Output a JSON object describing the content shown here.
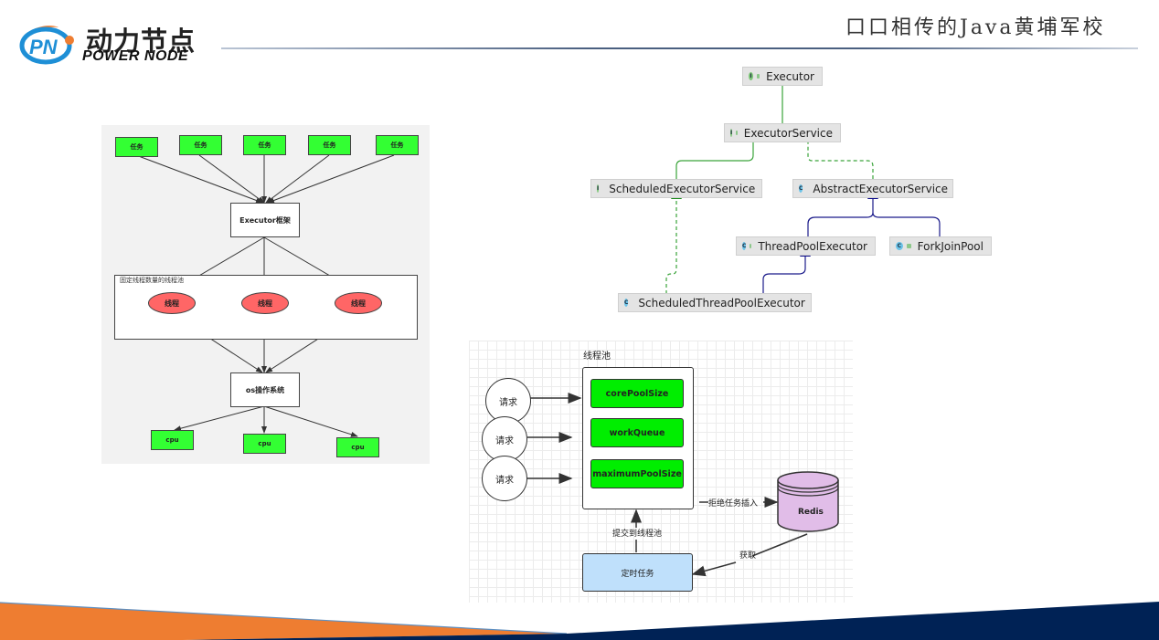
{
  "header": {
    "logo_cn": "动力节点",
    "logo_en": "POWER NODE",
    "logo_mark": "PN",
    "slogan": "口口相传的Java黄埔军校"
  },
  "colors": {
    "brand_orange": "#ee7d31",
    "brand_navy": "#002255",
    "logo_blue": "#1e8fd6",
    "task_green": "#33ff33",
    "thread_red": "#ff6666",
    "pool_green": "#00ee00",
    "redis_purple": "#e1bde8",
    "timer_blue": "#bfe0fb"
  },
  "executor_model": {
    "tasks": [
      "任务",
      "任务",
      "任务",
      "任务",
      "任务"
    ],
    "framework": "Executor框架",
    "pool_label": "固定线程数量的线程池",
    "threads": [
      "线程",
      "线程",
      "线程"
    ],
    "os": "os操作系统",
    "cpus": [
      "cpu",
      "cpu",
      "cpu"
    ]
  },
  "class_hierarchy": {
    "nodes": [
      {
        "name": "Executor",
        "kind": "I"
      },
      {
        "name": "ExecutorService",
        "kind": "I"
      },
      {
        "name": "ScheduledExecutorService",
        "kind": "I"
      },
      {
        "name": "AbstractExecutorService",
        "kind": "C"
      },
      {
        "name": "ThreadPoolExecutor",
        "kind": "C"
      },
      {
        "name": "ForkJoinPool",
        "kind": "C"
      },
      {
        "name": "ScheduledThreadPoolExecutor",
        "kind": "C"
      }
    ],
    "edges": [
      {
        "from": "ExecutorService",
        "to": "Executor",
        "type": "extends-interface"
      },
      {
        "from": "ScheduledExecutorService",
        "to": "ExecutorService",
        "type": "extends-interface"
      },
      {
        "from": "AbstractExecutorService",
        "to": "ExecutorService",
        "type": "implements"
      },
      {
        "from": "ThreadPoolExecutor",
        "to": "AbstractExecutorService",
        "type": "extends"
      },
      {
        "from": "ForkJoinPool",
        "to": "AbstractExecutorService",
        "type": "extends"
      },
      {
        "from": "ScheduledThreadPoolExecutor",
        "to": "ThreadPoolExecutor",
        "type": "extends"
      },
      {
        "from": "ScheduledThreadPoolExecutor",
        "to": "ScheduledExecutorService",
        "type": "implements"
      }
    ]
  },
  "thread_pool_flow": {
    "pool_title": "线程池",
    "requests": [
      "请求",
      "请求",
      "请求"
    ],
    "pool_items": [
      "corePoolSize",
      "workQueue",
      "maximumPoolSize"
    ],
    "reject_label": "拒绝任务插入",
    "redis": "Redis",
    "fetch_label": "获取",
    "submit_label": "提交到线程池",
    "timer_task": "定时任务"
  }
}
